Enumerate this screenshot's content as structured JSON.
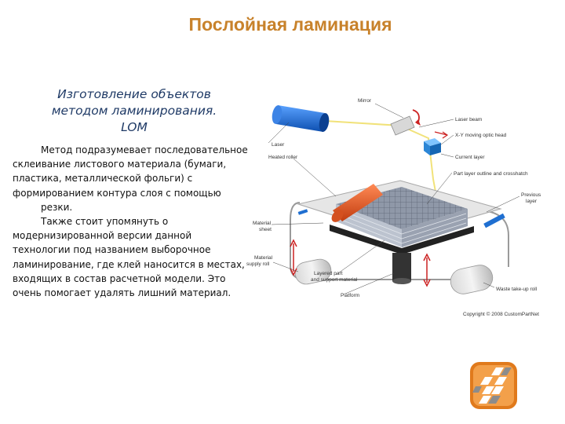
{
  "slide": {
    "title": "Послойная ламинация"
  },
  "content": {
    "subtitle_line1": "Изготовление объектов",
    "subtitle_line2": "методом ламинирования.",
    "subtitle_line3": "LOM",
    "paragraph_lines": [
      "Метод подразумевает последовательное",
      "склеивание листового материала (бумаги,",
      "пластика, металлической фольги) с",
      "формированием контура  слоя с помощью",
      "резки.",
      "Также стоит упомянуть о",
      "модернизированной версии данной",
      "технологии под названием  выборочное",
      "ламинирование, где клей наносится в местах,",
      "входящих в состав расчетной модели. Это",
      "очень помогает удалять лишний материал."
    ]
  },
  "diagram": {
    "labels": {
      "mirror": "Mirror",
      "laser_beam": "Laser beam",
      "laser": "Laser",
      "xy_head": "X-Y moving optic head",
      "heated_roller": "Heated roller",
      "current_layer": "Current layer",
      "part_outline": "Part layer outline and crosshatch",
      "previous_layer_1": "Previous",
      "previous_layer_2": "layer",
      "material_sheet_1": "Material",
      "material_sheet_2": "sheet",
      "material_supply_1": "Material",
      "material_supply_2": "supply roll",
      "layered_part_1": "Layered part",
      "layered_part_2": "and support material",
      "platform": "Platform",
      "waste_roll": "Waste take-up roll"
    },
    "copyright": "Copyright © 2008 CustomPartNet"
  },
  "colors": {
    "title": "#c8822b",
    "subtitle": "#1f3a66",
    "laser": "#1f6fd1",
    "roller": "#e8531f",
    "logo": "#e07a1c"
  }
}
